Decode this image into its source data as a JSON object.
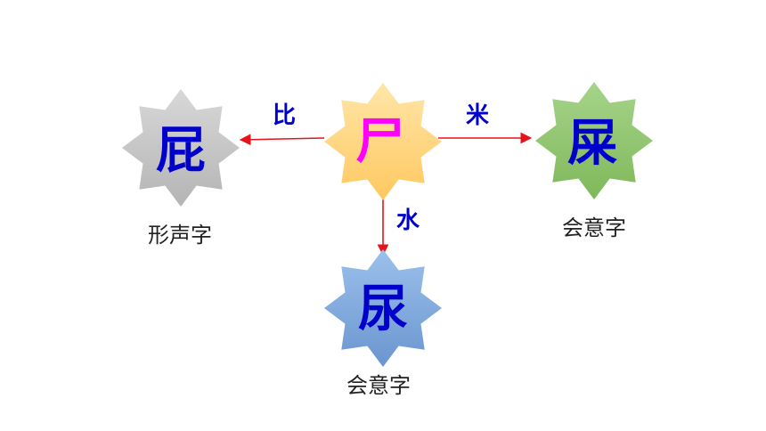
{
  "nodes": {
    "center": {
      "char": "尸",
      "fill": "#ffd88a",
      "text_color": "#ff00ff"
    },
    "left": {
      "char": "屁",
      "fill": "#c4c4c4",
      "text_color": "#0000cc",
      "type": "形声字"
    },
    "right": {
      "char": "屎",
      "fill": "#8fc76a",
      "text_color": "#0000cc",
      "type": "会意字"
    },
    "bottom": {
      "char": "尿",
      "fill": "#7ea6d6",
      "text_color": "#0000cc",
      "type": "会意字"
    }
  },
  "edges": {
    "left": {
      "label": "比"
    },
    "right": {
      "label": "米"
    },
    "bottom": {
      "label": "水"
    }
  },
  "colors": {
    "arrow": "#e8121a",
    "edge_label": "#0000cc",
    "type_label": "#222222"
  }
}
